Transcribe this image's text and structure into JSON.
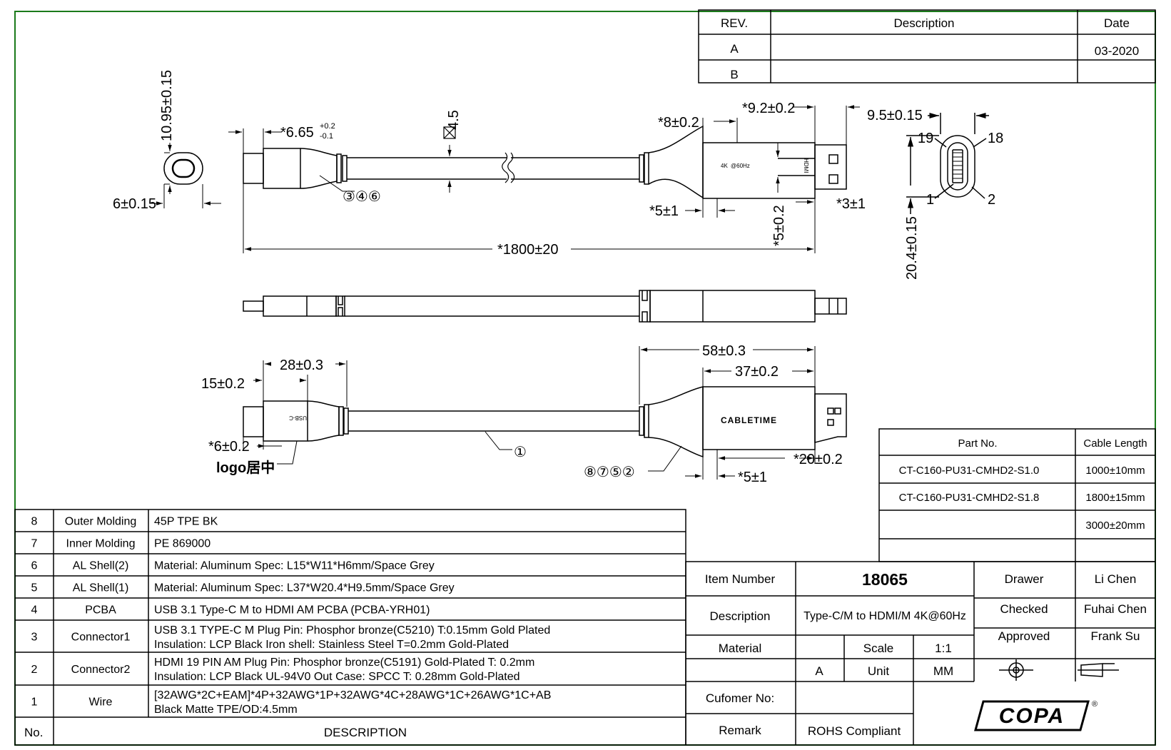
{
  "revision_table": {
    "headers": {
      "rev": "REV.",
      "description": "Description",
      "date": "Date"
    },
    "rows": [
      {
        "rev": "A",
        "description": "",
        "date": "03-2020"
      },
      {
        "rev": "B",
        "description": "",
        "date": ""
      }
    ]
  },
  "dimensions": {
    "typec_height": "10.95±0.15",
    "typec_width": "6±0.15",
    "plug_width": "*6.65",
    "plug_tol_upper": "+0.2",
    "plug_tol_lower": "-0.1",
    "cable_od": "4.5",
    "hdmi_overmold": "*8±0.2",
    "hdmi_plug": "*9.2±0.2",
    "hdmi_step_left": "*5±1",
    "hdmi_step_right": "*3±1",
    "hdmi_vertical": "*5±0.2",
    "total_length": "*1800±20",
    "hdmi_face_width": "9.5±0.15",
    "hdmi_face_height": "20.4±0.15",
    "pin_19": "19",
    "pin_18": "18",
    "pin_1": "1",
    "pin_2": "2",
    "typec_molding": "15±0.2",
    "typec_total": "28±0.3",
    "typec_pos": "*6±0.2",
    "hdmi_total": "58±0.3",
    "hdmi_molding": "37±0.2",
    "hdmi_plug_len": "*20±0.2",
    "hdmi_step2": "*5±1"
  },
  "callouts": {
    "typec_parts": "③④⑥",
    "wire": "①",
    "hdmi_parts": "⑧⑦⑤②",
    "logo_center": "logo居中"
  },
  "product_marks": {
    "typec_label": "USB-C",
    "hdmi_brand": "CABLETIME",
    "hdmi_4k": "4K",
    "hdmi_60hz": "@60Hz",
    "hdmi_logo": "HDMI"
  },
  "part_table": {
    "headers": {
      "part_no": "Part No.",
      "cable_length": "Cable Length"
    },
    "rows": [
      {
        "part_no": "CT-C160-PU31-CMHD2-S1.0",
        "length": "1000±10mm"
      },
      {
        "part_no": "CT-C160-PU31-CMHD2-S1.8",
        "length": "1800±15mm"
      },
      {
        "part_no": "",
        "length": "3000±20mm"
      }
    ]
  },
  "bom": {
    "rows": [
      {
        "no": "8",
        "name": "Outer Molding",
        "desc": [
          "45P TPE BK"
        ]
      },
      {
        "no": "7",
        "name": "Inner Molding",
        "desc": [
          "PE 869000"
        ]
      },
      {
        "no": "6",
        "name": "AL Shell(2)",
        "desc": [
          "Material: Aluminum Spec: L15*W11*H6mm/Space Grey"
        ]
      },
      {
        "no": "5",
        "name": "AL Shell(1)",
        "desc": [
          "Material: Aluminum Spec: L37*W20.4*H9.5mm/Space Grey"
        ]
      },
      {
        "no": "4",
        "name": "PCBA",
        "desc": [
          "USB 3.1 Type-C M to HDMI AM PCBA (PCBA-YRH01)"
        ]
      },
      {
        "no": "3",
        "name": "Connector1",
        "desc": [
          "USB 3.1 TYPE-C M Plug Pin: Phosphor bronze(C5210) T:0.15mm Gold Plated",
          "Insulation: LCP Black Iron shell: Stainless Steel T=0.2mm Gold-Plated"
        ]
      },
      {
        "no": "2",
        "name": "Connector2",
        "desc": [
          "HDMI 19 PIN AM Plug Pin: Phosphor bronze(C5191) Gold-Plated T: 0.2mm",
          "Insulation: LCP Black UL-94V0 Out Case: SPCC T: 0.28mm Gold-Plated"
        ]
      },
      {
        "no": "1",
        "name": "Wire",
        "desc": [
          "[32AWG*2C+EAM]*4P+32AWG*1P+32AWG*4C+28AWG*1C+26AWG*1C+AB",
          "Black Matte TPE/OD:4.5mm"
        ]
      }
    ],
    "footer": {
      "no": "No.",
      "desc": "DESCRIPTION"
    }
  },
  "title_block": {
    "item_number_label": "Item Number",
    "item_number": "18065",
    "description_label": "Description",
    "description": "Type-C/M to HDMI/M 4K@60Hz",
    "material_label": "Material",
    "scale_label": "Scale",
    "scale": "1:1",
    "sheet": "A",
    "unit_label": "Unit",
    "unit": "MM",
    "customer_label": "Cufomer No:",
    "customer": "",
    "remark_label": "Remark",
    "remark": "ROHS Compliant",
    "drawer_label": "Drawer",
    "drawer": "Li Chen",
    "checked_label": "Checked",
    "checked": "Fuhai Chen",
    "approved_label": "Approved",
    "approved": "Frank Su",
    "logo": "COPA",
    "logo_mark": "®"
  },
  "colors": {
    "line": "#000000",
    "border": "#1a7a1a",
    "background": "#ffffff"
  }
}
